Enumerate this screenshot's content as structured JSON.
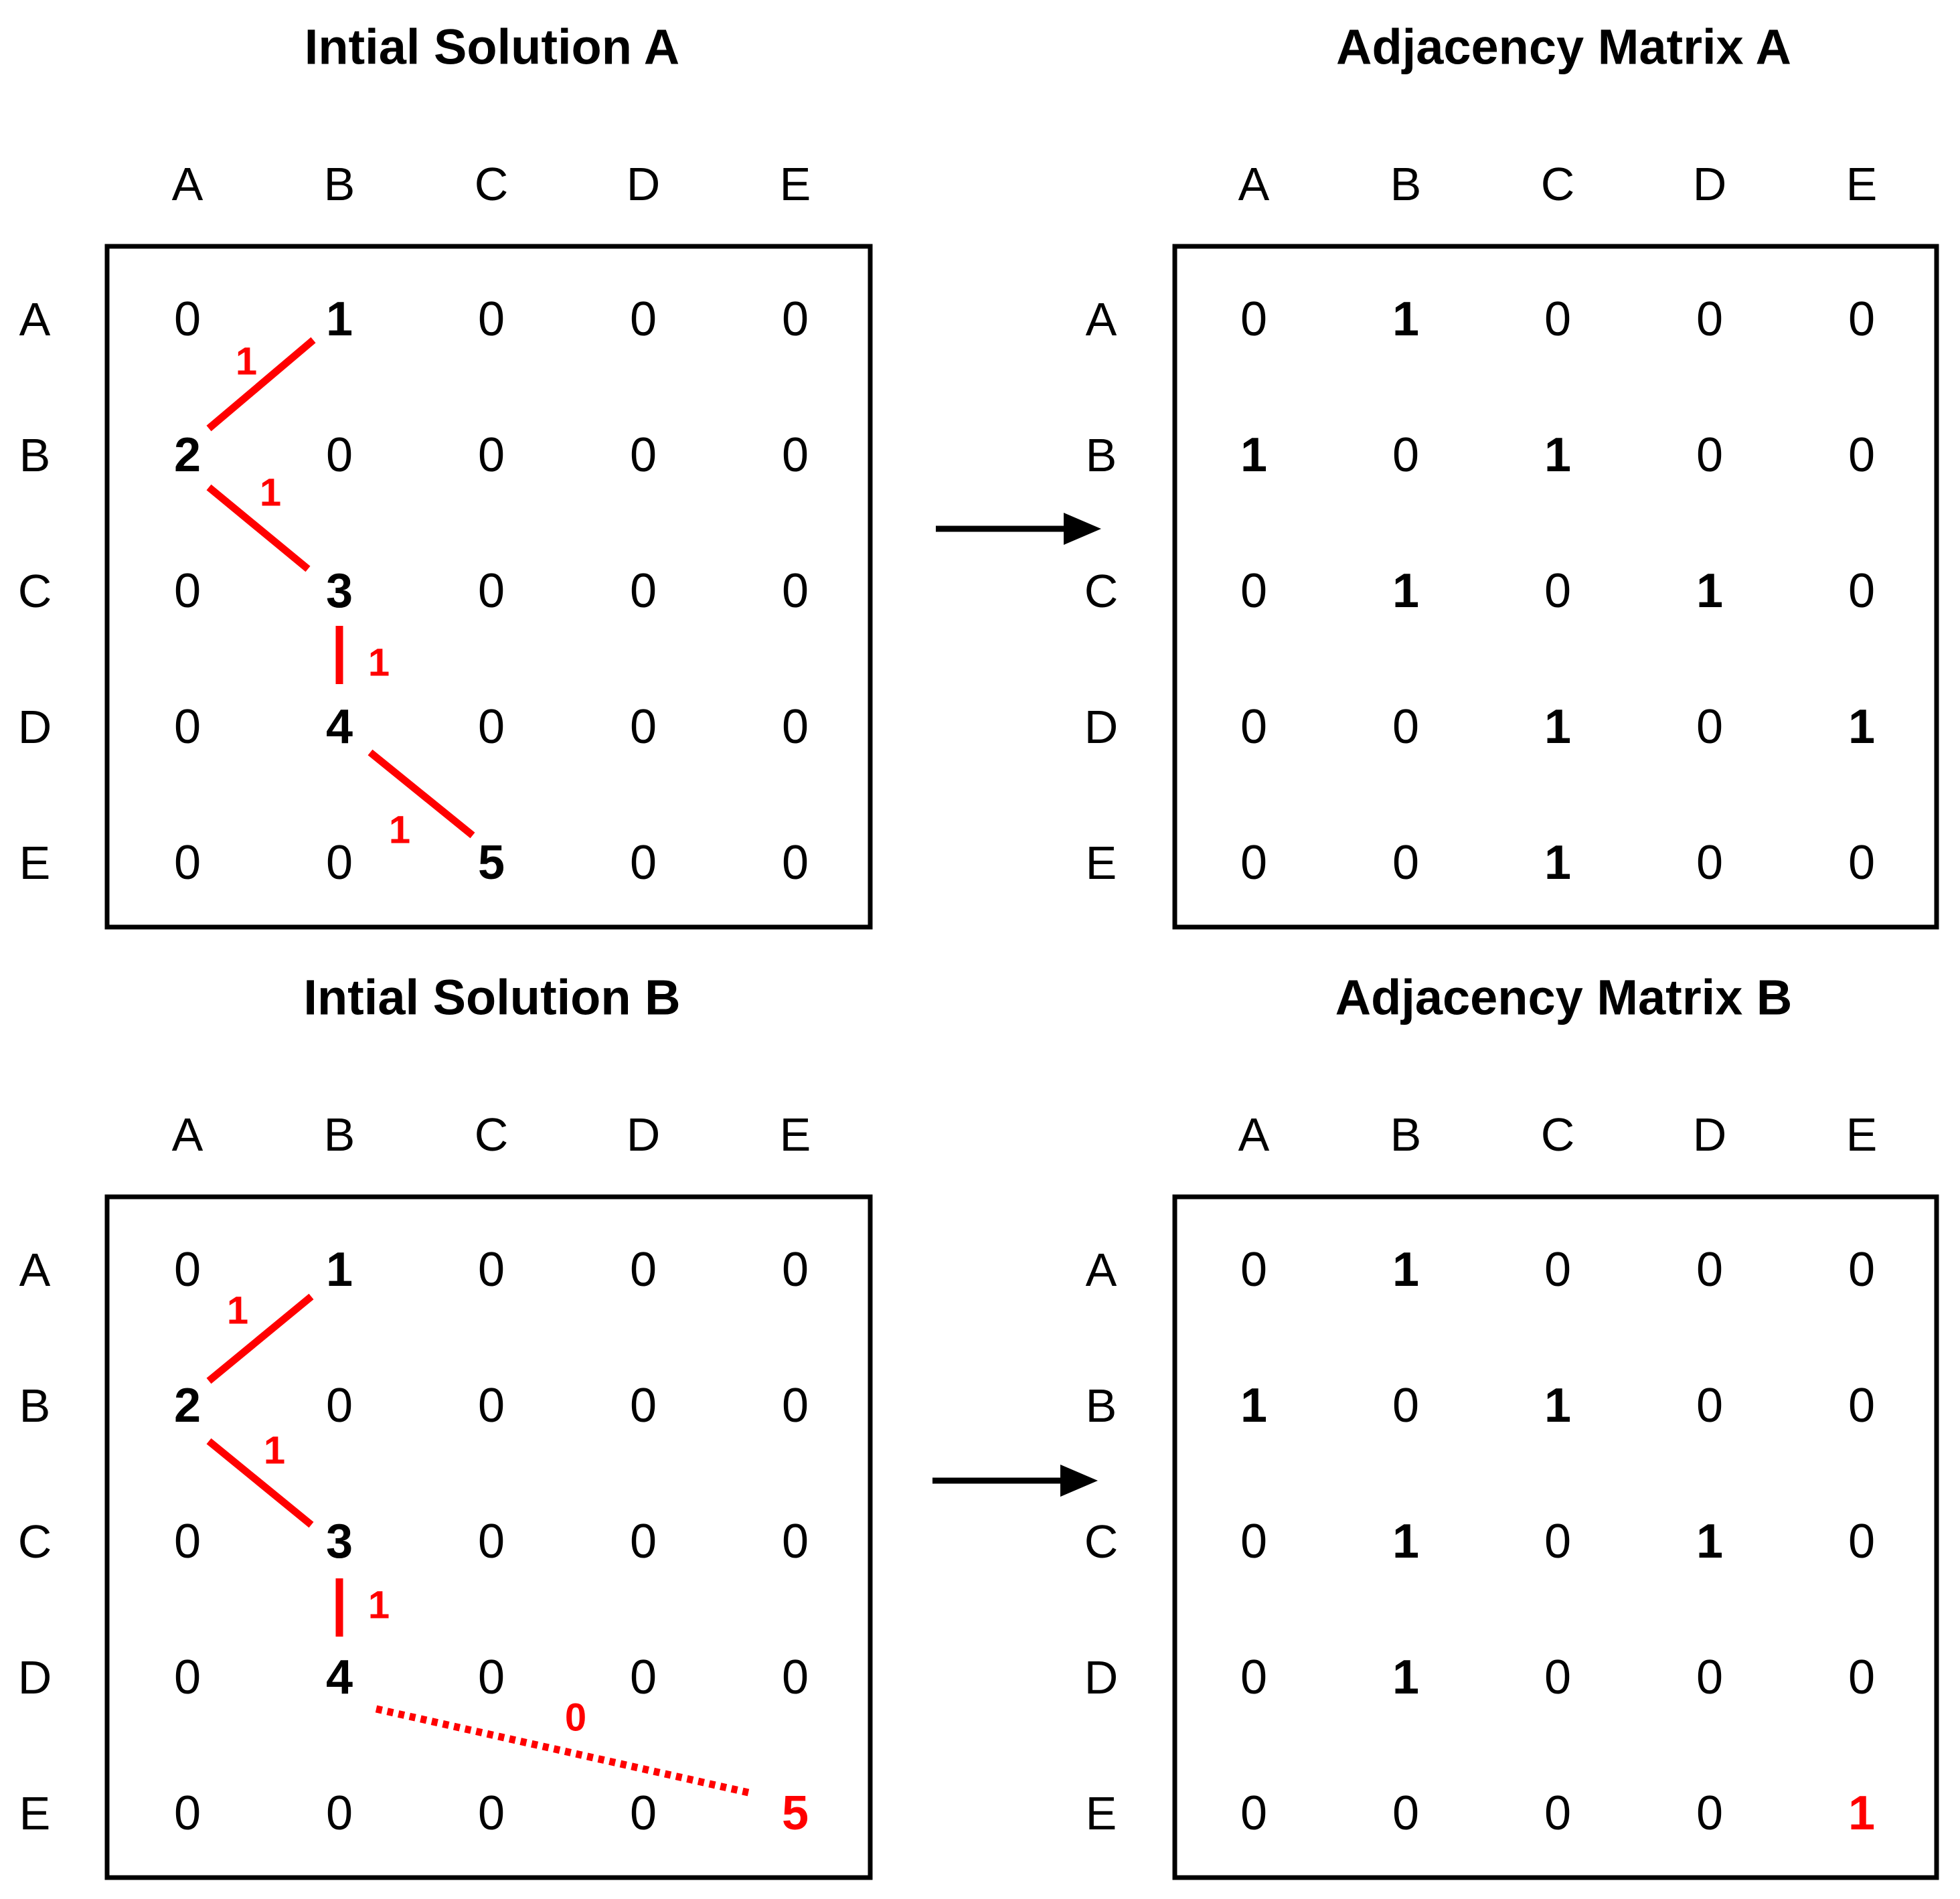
{
  "panels": [
    {
      "id": "solution-a",
      "title": "Intial Solution A",
      "cols": [
        "A",
        "B",
        "C",
        "D",
        "E"
      ],
      "rows": [
        "A",
        "B",
        "C",
        "D",
        "E"
      ],
      "cells": [
        [
          "0",
          "1",
          "0",
          "0",
          "0"
        ],
        [
          "2",
          "0",
          "0",
          "0",
          "0"
        ],
        [
          "0",
          "3",
          "0",
          "0",
          "0"
        ],
        [
          "0",
          "4",
          "0",
          "0",
          "0"
        ],
        [
          "0",
          "0",
          "5",
          "0",
          "0"
        ]
      ],
      "bold": [
        [
          0,
          1
        ],
        [
          1,
          0
        ],
        [
          2,
          1
        ],
        [
          3,
          1
        ],
        [
          4,
          2
        ]
      ],
      "red": [],
      "edges": [
        {
          "from": [
            1,
            0
          ],
          "to": [
            0,
            1
          ],
          "label": "1",
          "style": "solid"
        },
        {
          "from": [
            1,
            0
          ],
          "to": [
            2,
            1
          ],
          "label": "1",
          "style": "solid"
        },
        {
          "from": [
            2,
            1
          ],
          "to": [
            3,
            1
          ],
          "label": "1",
          "style": "solid"
        },
        {
          "from": [
            3,
            1
          ],
          "to": [
            4,
            2
          ],
          "label": "1",
          "style": "solid"
        }
      ]
    },
    {
      "id": "adjacency-a",
      "title": "Adjacency Matrix A",
      "cols": [
        "A",
        "B",
        "C",
        "D",
        "E"
      ],
      "rows": [
        "A",
        "B",
        "C",
        "D",
        "E"
      ],
      "cells": [
        [
          "0",
          "1",
          "0",
          "0",
          "0"
        ],
        [
          "1",
          "0",
          "1",
          "0",
          "0"
        ],
        [
          "0",
          "1",
          "0",
          "1",
          "0"
        ],
        [
          "0",
          "0",
          "1",
          "0",
          "1"
        ],
        [
          "0",
          "0",
          "1",
          "0",
          "0"
        ]
      ],
      "bold": [
        [
          0,
          1
        ],
        [
          1,
          0
        ],
        [
          1,
          2
        ],
        [
          2,
          1
        ],
        [
          2,
          3
        ],
        [
          3,
          2
        ],
        [
          3,
          4
        ],
        [
          4,
          2
        ]
      ],
      "red": [],
      "edges": []
    },
    {
      "id": "solution-b",
      "title": "Intial Solution B",
      "cols": [
        "A",
        "B",
        "C",
        "D",
        "E"
      ],
      "rows": [
        "A",
        "B",
        "C",
        "D",
        "E"
      ],
      "cells": [
        [
          "0",
          "1",
          "0",
          "0",
          "0"
        ],
        [
          "2",
          "0",
          "0",
          "0",
          "0"
        ],
        [
          "0",
          "3",
          "0",
          "0",
          "0"
        ],
        [
          "0",
          "4",
          "0",
          "0",
          "0"
        ],
        [
          "0",
          "0",
          "0",
          "0",
          "5"
        ]
      ],
      "bold": [
        [
          0,
          1
        ],
        [
          1,
          0
        ],
        [
          2,
          1
        ],
        [
          3,
          1
        ],
        [
          4,
          4
        ]
      ],
      "red": [
        [
          4,
          4
        ]
      ],
      "edges": [
        {
          "from": [
            1,
            0
          ],
          "to": [
            0,
            1
          ],
          "label": "1",
          "style": "solid"
        },
        {
          "from": [
            1,
            0
          ],
          "to": [
            2,
            1
          ],
          "label": "1",
          "style": "solid"
        },
        {
          "from": [
            2,
            1
          ],
          "to": [
            3,
            1
          ],
          "label": "1",
          "style": "solid"
        },
        {
          "from": [
            3,
            1
          ],
          "to": [
            4,
            4
          ],
          "label": "0",
          "style": "dashed"
        }
      ]
    },
    {
      "id": "adjacency-b",
      "title": "Adjacency Matrix B",
      "cols": [
        "A",
        "B",
        "C",
        "D",
        "E"
      ],
      "rows": [
        "A",
        "B",
        "C",
        "D",
        "E"
      ],
      "cells": [
        [
          "0",
          "1",
          "0",
          "0",
          "0"
        ],
        [
          "1",
          "0",
          "1",
          "0",
          "0"
        ],
        [
          "0",
          "1",
          "0",
          "1",
          "0"
        ],
        [
          "0",
          "1",
          "0",
          "0",
          "0"
        ],
        [
          "0",
          "0",
          "0",
          "0",
          "1"
        ]
      ],
      "bold": [
        [
          0,
          1
        ],
        [
          1,
          0
        ],
        [
          1,
          2
        ],
        [
          2,
          1
        ],
        [
          2,
          3
        ],
        [
          3,
          1
        ],
        [
          4,
          4
        ]
      ],
      "red": [
        [
          4,
          4
        ]
      ],
      "edges": []
    }
  ],
  "arrows": [
    {
      "from": "solution-a",
      "to": "adjacency-a"
    },
    {
      "from": "solution-b",
      "to": "adjacency-b"
    }
  ],
  "colors": {
    "accent": "#ff0000",
    "text": "#000000",
    "border": "#000000"
  }
}
